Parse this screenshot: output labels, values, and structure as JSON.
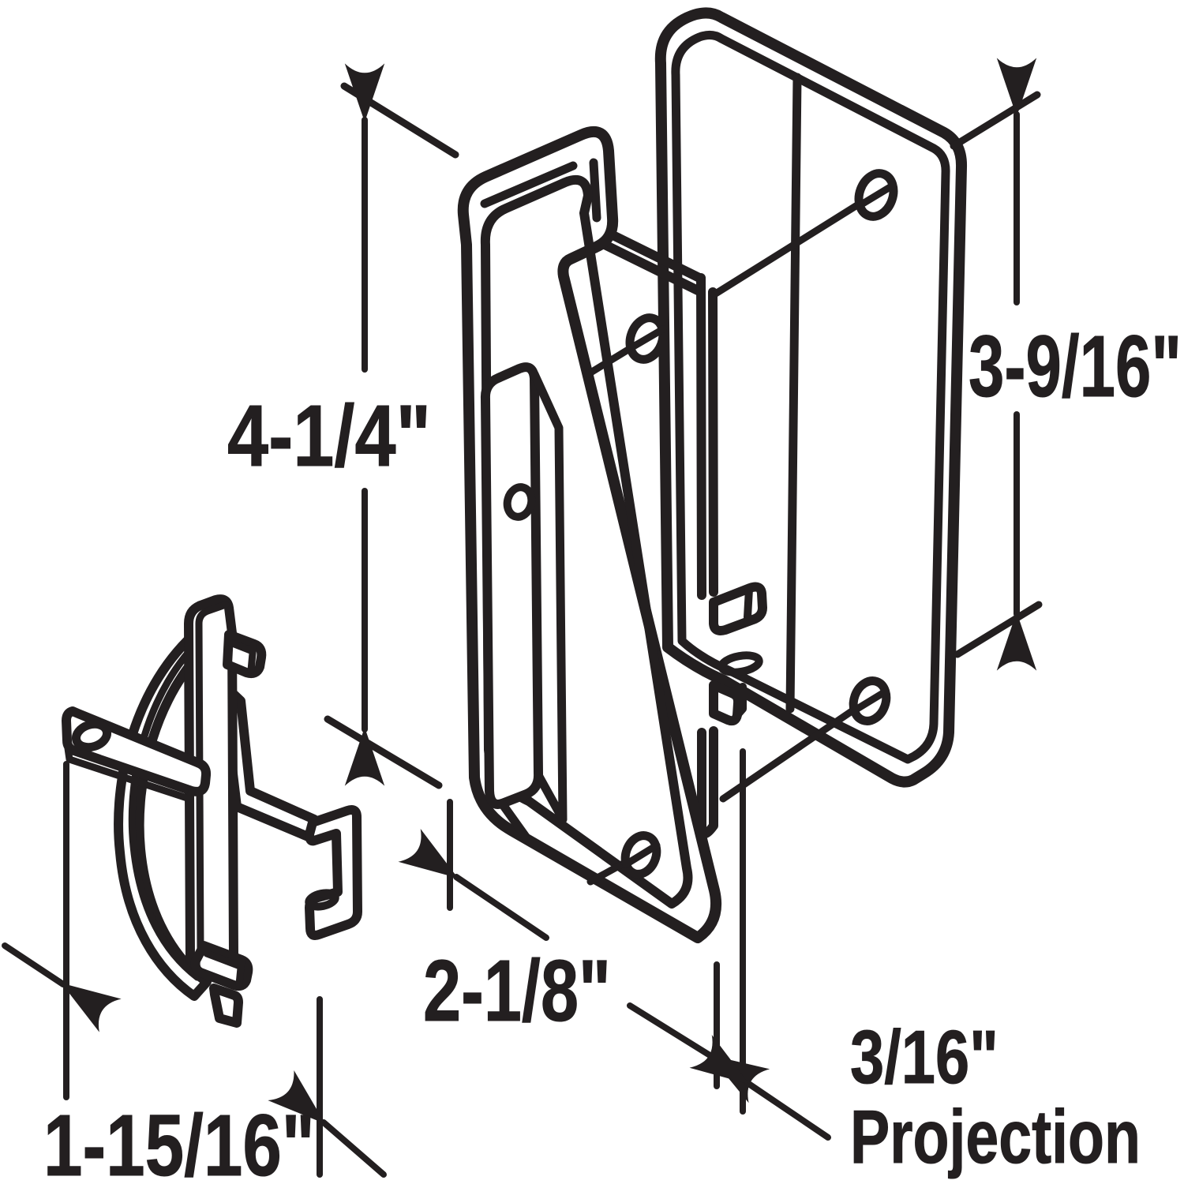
{
  "colors": {
    "ink": "#231f20",
    "paper": "#ffffff"
  },
  "drawing": {
    "kind": "technical-line-drawing",
    "dimensions": {
      "inner_plate_height": "4-1/4\"",
      "outer_plate_height": "3-9/16\"",
      "inner_plate_width": "2-1/8\"",
      "latch_width": "1-15/16\"",
      "projection_value": "3/16\"",
      "projection_word": "Projection"
    }
  }
}
